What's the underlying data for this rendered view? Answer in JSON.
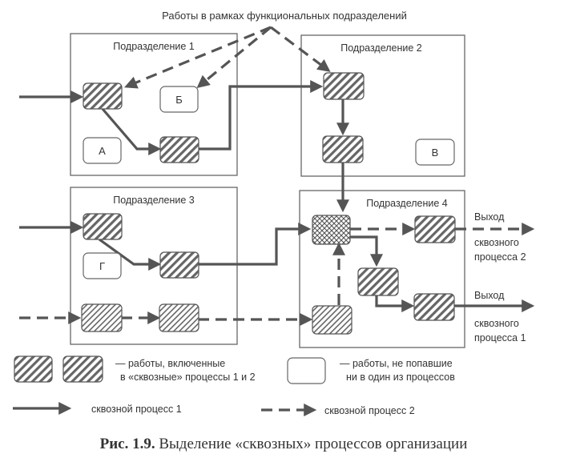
{
  "header_note": "Работы в рамках функциональных подразделений",
  "divisions": {
    "d1": "Подразделение 1",
    "d2": "Подразделение 2",
    "d3": "Подразделение 3",
    "d4": "Подразделение 4"
  },
  "plain_works": {
    "a": "А",
    "b": "Б",
    "v": "В",
    "g": "Г"
  },
  "outputs": {
    "process2": [
      "Выход",
      "сквозного",
      "процесса 2"
    ],
    "process1": [
      "Выход",
      "сквозного",
      "процесса 1"
    ]
  },
  "legend": {
    "included": [
      "— работы, включенные",
      "в «сквозные» процессы 1 и 2"
    ],
    "excluded": [
      "— работы, не попавшие",
      "ни в один из процессов"
    ],
    "process1": "сквозной процесс 1",
    "process2": "сквозной процесс 2"
  },
  "caption": {
    "number": "Рис. 1.9.",
    "text": " Выделение «сквозных» процессов организации"
  },
  "colors": {
    "ink": "#555555",
    "text": "#333333",
    "box": "#666666"
  }
}
